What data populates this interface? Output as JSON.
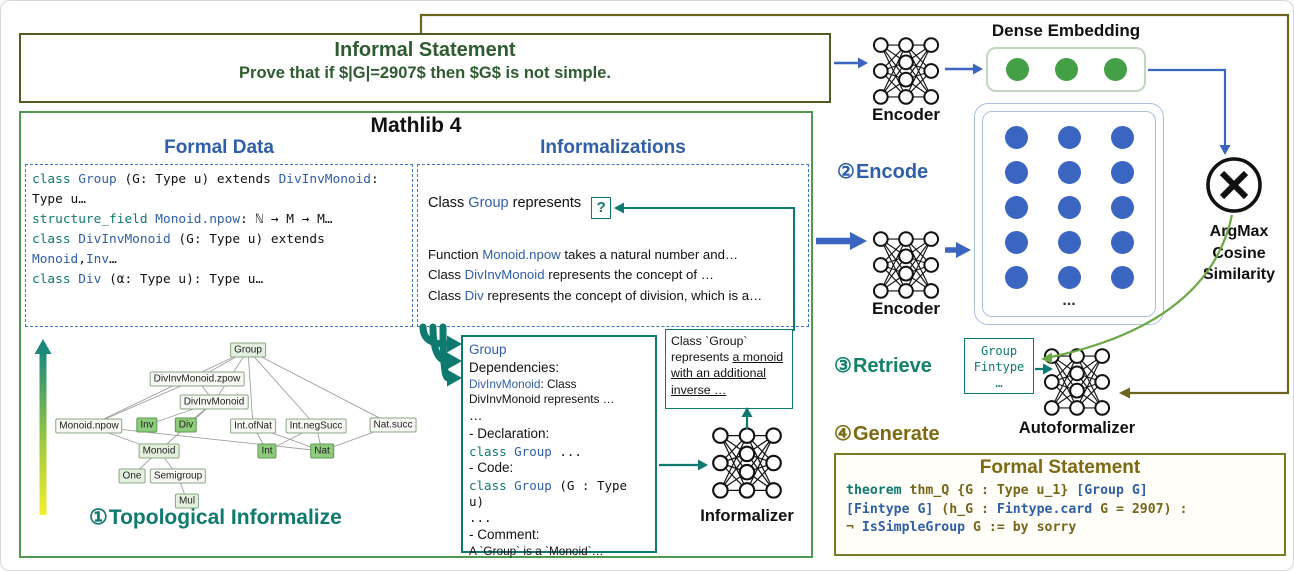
{
  "informal_statement": {
    "title": "Informal Statement",
    "body": "Prove that if $|G|=2907$ then $G$ is not simple."
  },
  "mathlib": {
    "title": "Mathlib 4",
    "formal_data_heading": "Formal Data",
    "informalizations_heading": "Informalizations",
    "formal_code": [
      [
        {
          "t": "class ",
          "c": "kw"
        },
        {
          "t": "Group ",
          "c": "blue"
        },
        {
          "t": "(G: Type u) extends ",
          "c": "plain"
        },
        {
          "t": "DivInvMonoid",
          "c": "blue"
        },
        {
          "t": ":",
          "c": "plain"
        }
      ],
      [
        {
          "t": "Type u…",
          "c": "plain"
        }
      ],
      [
        {
          "t": "structure_field ",
          "c": "kw"
        },
        {
          "t": "Monoid.npow",
          "c": "blue"
        },
        {
          "t": ": ℕ → M → M…",
          "c": "plain"
        }
      ],
      [
        {
          "t": "class ",
          "c": "kw"
        },
        {
          "t": "DivInvMonoid ",
          "c": "blue"
        },
        {
          "t": "(G: Type u) extends",
          "c": "plain"
        }
      ],
      [
        {
          "t": "Monoid",
          "c": "blue"
        },
        {
          "t": ",",
          "c": "plain"
        },
        {
          "t": "Inv",
          "c": "blue"
        },
        {
          "t": "…",
          "c": "plain"
        }
      ],
      [
        {
          "t": "class ",
          "c": "kw"
        },
        {
          "t": "Div ",
          "c": "blue"
        },
        {
          "t": "(α: Type u): Type u…",
          "c": "plain"
        }
      ]
    ],
    "informalizations": {
      "line1": [
        {
          "t": "Class ",
          "c": "plain"
        },
        {
          "t": "Group",
          "c": "blue"
        },
        {
          "t": " represents ",
          "c": "plain"
        }
      ],
      "question_mark": "?",
      "items": [
        [
          {
            "t": "Function ",
            "c": "plain"
          },
          {
            "t": "Monoid.npow",
            "c": "blue"
          },
          {
            "t": " takes a natural number and…",
            "c": "plain"
          }
        ],
        [
          {
            "t": "Class ",
            "c": "plain"
          },
          {
            "t": "DivInvMonoid",
            "c": "blue"
          },
          {
            "t": " represents the concept of …",
            "c": "plain"
          }
        ],
        [
          {
            "t": "Class ",
            "c": "plain"
          },
          {
            "t": "Div",
            "c": "blue"
          },
          {
            "t": " represents the concept of division, which is a…",
            "c": "plain"
          }
        ]
      ]
    },
    "graph": {
      "nodes": [
        {
          "label": "Group"
        },
        {
          "label": "DivInvMonoid.zpow"
        },
        {
          "label": "DivInvMonoid"
        },
        {
          "label": "Monoid.npow"
        },
        {
          "label": "Inv"
        },
        {
          "label": "Div"
        },
        {
          "label": "Int.ofNat"
        },
        {
          "label": "Int.negSucc"
        },
        {
          "label": "Nat.succ"
        },
        {
          "label": "Monoid"
        },
        {
          "label": "Int"
        },
        {
          "label": "Nat"
        },
        {
          "label": "One"
        },
        {
          "label": "Semigroup"
        },
        {
          "label": "Mul"
        }
      ]
    },
    "step1": {
      "num": "①",
      "label": "Topological Informalize"
    }
  },
  "group_box": {
    "l1": [
      {
        "t": "Group",
        "c": "blue"
      }
    ],
    "l2": [
      {
        "t": "Dependencies:",
        "c": "plain"
      }
    ],
    "l3": [
      {
        "t": "DivInvMonoid",
        "c": "blue"
      },
      {
        "t": ": Class DivInvMonoid represents …",
        "c": "plain"
      }
    ],
    "l4": [
      {
        "t": "…",
        "c": "plain"
      }
    ],
    "l5": [
      {
        "t": "- Declaration:",
        "c": "plain"
      }
    ],
    "l6": [
      {
        "t": "class ",
        "c": "kw"
      },
      {
        "t": "Group ",
        "c": "blue"
      },
      {
        "t": "...",
        "c": "plain"
      }
    ],
    "l7": [
      {
        "t": "- Code:",
        "c": "plain"
      }
    ],
    "l8": [
      {
        "t": "class ",
        "c": "kw"
      },
      {
        "t": "Group ",
        "c": "blue"
      },
      {
        "t": "(G : Type u)",
        "c": "plain"
      }
    ],
    "l9": [
      {
        "t": "...",
        "c": "plain"
      }
    ],
    "l10": [
      {
        "t": "- Comment:",
        "c": "plain"
      }
    ],
    "l11": [
      {
        "t": "A `Group` is a `Monoid`…",
        "c": "plain"
      }
    ]
  },
  "informalizer_output": {
    "prefix": "Class `Group` represents ",
    "underlined": "a monoid with an additional inverse …"
  },
  "labels": {
    "encoder_top": "Encoder",
    "encoder_bottom": "Encoder",
    "dense_embedding": "Dense Embedding",
    "informalizer": "Informalizer",
    "autoformalizer": "Autoformalizer",
    "argmax_line1": "ArgMax",
    "argmax_line2": "Cosine",
    "argmax_line3": "Similarity",
    "database_ellipsis": "..."
  },
  "steps": {
    "encode": {
      "num": "②",
      "label": "Encode"
    },
    "retrieve": {
      "num": "③",
      "label": "Retrieve"
    },
    "generate": {
      "num": "④",
      "label": "Generate"
    }
  },
  "retrieve_box": {
    "line1": "Group",
    "line2": "Fintype",
    "line3": "…"
  },
  "formal_statement": {
    "title": "Formal Statement",
    "code": [
      [
        {
          "t": "theorem",
          "c": "kw"
        },
        {
          "t": " thm_Q {G : Type u_1} ",
          "c": "olive"
        },
        {
          "t": "[Group G]",
          "c": "blue"
        }
      ],
      [
        {
          "t": "[Fintype G]",
          "c": "blue"
        },
        {
          "t": " (h_G : ",
          "c": "olive"
        },
        {
          "t": "Fintype.card",
          "c": "blue"
        },
        {
          "t": " G = 2907) :",
          "c": "olive"
        }
      ],
      [
        {
          "t": "¬ ",
          "c": "olive"
        },
        {
          "t": "IsSimpleGroup",
          "c": "blue"
        },
        {
          "t": " G := by sorry",
          "c": "olive"
        }
      ]
    ]
  }
}
